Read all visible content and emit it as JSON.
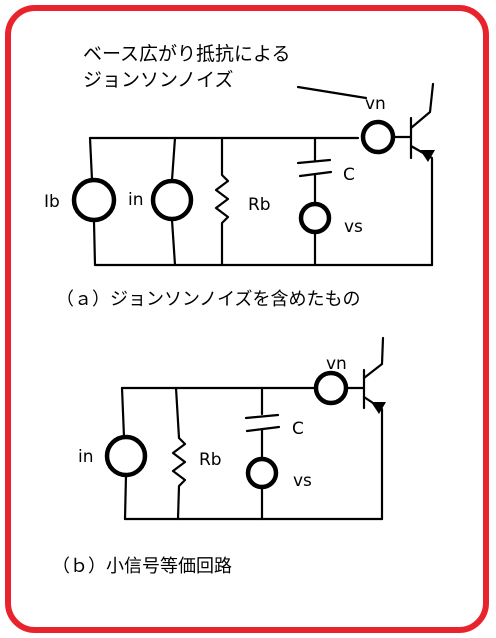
{
  "annotation": {
    "line1": "ベース広がり抵抗による",
    "line2": "ジョンソンノイズ"
  },
  "circuit_a": {
    "caption": "（ａ）ジョンソンノイズを含めたもの",
    "labels": {
      "ib": "Ib",
      "in": "in",
      "rb": "Rb",
      "c": "C",
      "vs": "vs",
      "vn": "vn"
    }
  },
  "circuit_b": {
    "caption": "（ｂ）小信号等価回路",
    "labels": {
      "in": "in",
      "rb": "Rb",
      "c": "C",
      "vs": "vs",
      "vn": "vn"
    }
  },
  "colors": {
    "frame": "#e8232b",
    "wire": "#000000"
  }
}
